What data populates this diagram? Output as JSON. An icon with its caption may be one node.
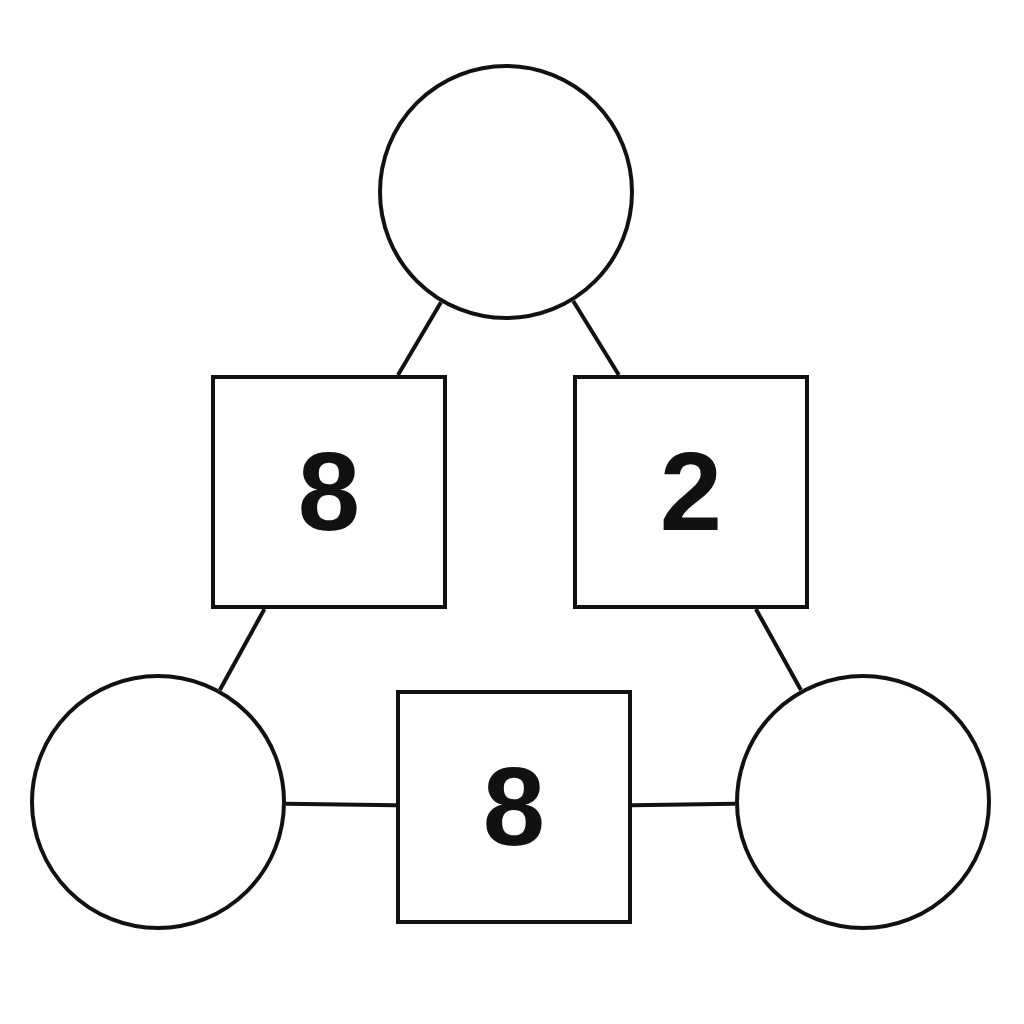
{
  "diagram": {
    "nodes": [
      {
        "text": [],
        "shape": "circle"
      },
      {
        "text": [
          "8"
        ]
      },
      {
        "text": [
          "2"
        ]
      },
      {
        "text": [],
        "shape": "circle"
      },
      {
        "text": [
          "8"
        ]
      },
      {
        "text": [],
        "shape": "circle"
      }
    ],
    "edges": [
      {
        "from": 0,
        "to": 1,
        "arrow": "none"
      },
      {
        "from": 0,
        "to": 2,
        "arrow": "none"
      },
      {
        "from": 1,
        "to": 3,
        "arrow": "none"
      },
      {
        "from": 2,
        "to": 5,
        "arrow": "none"
      },
      {
        "from": 3,
        "to": 4,
        "arrow": "none"
      },
      {
        "from": 4,
        "to": 5,
        "arrow": "none"
      }
    ]
  }
}
